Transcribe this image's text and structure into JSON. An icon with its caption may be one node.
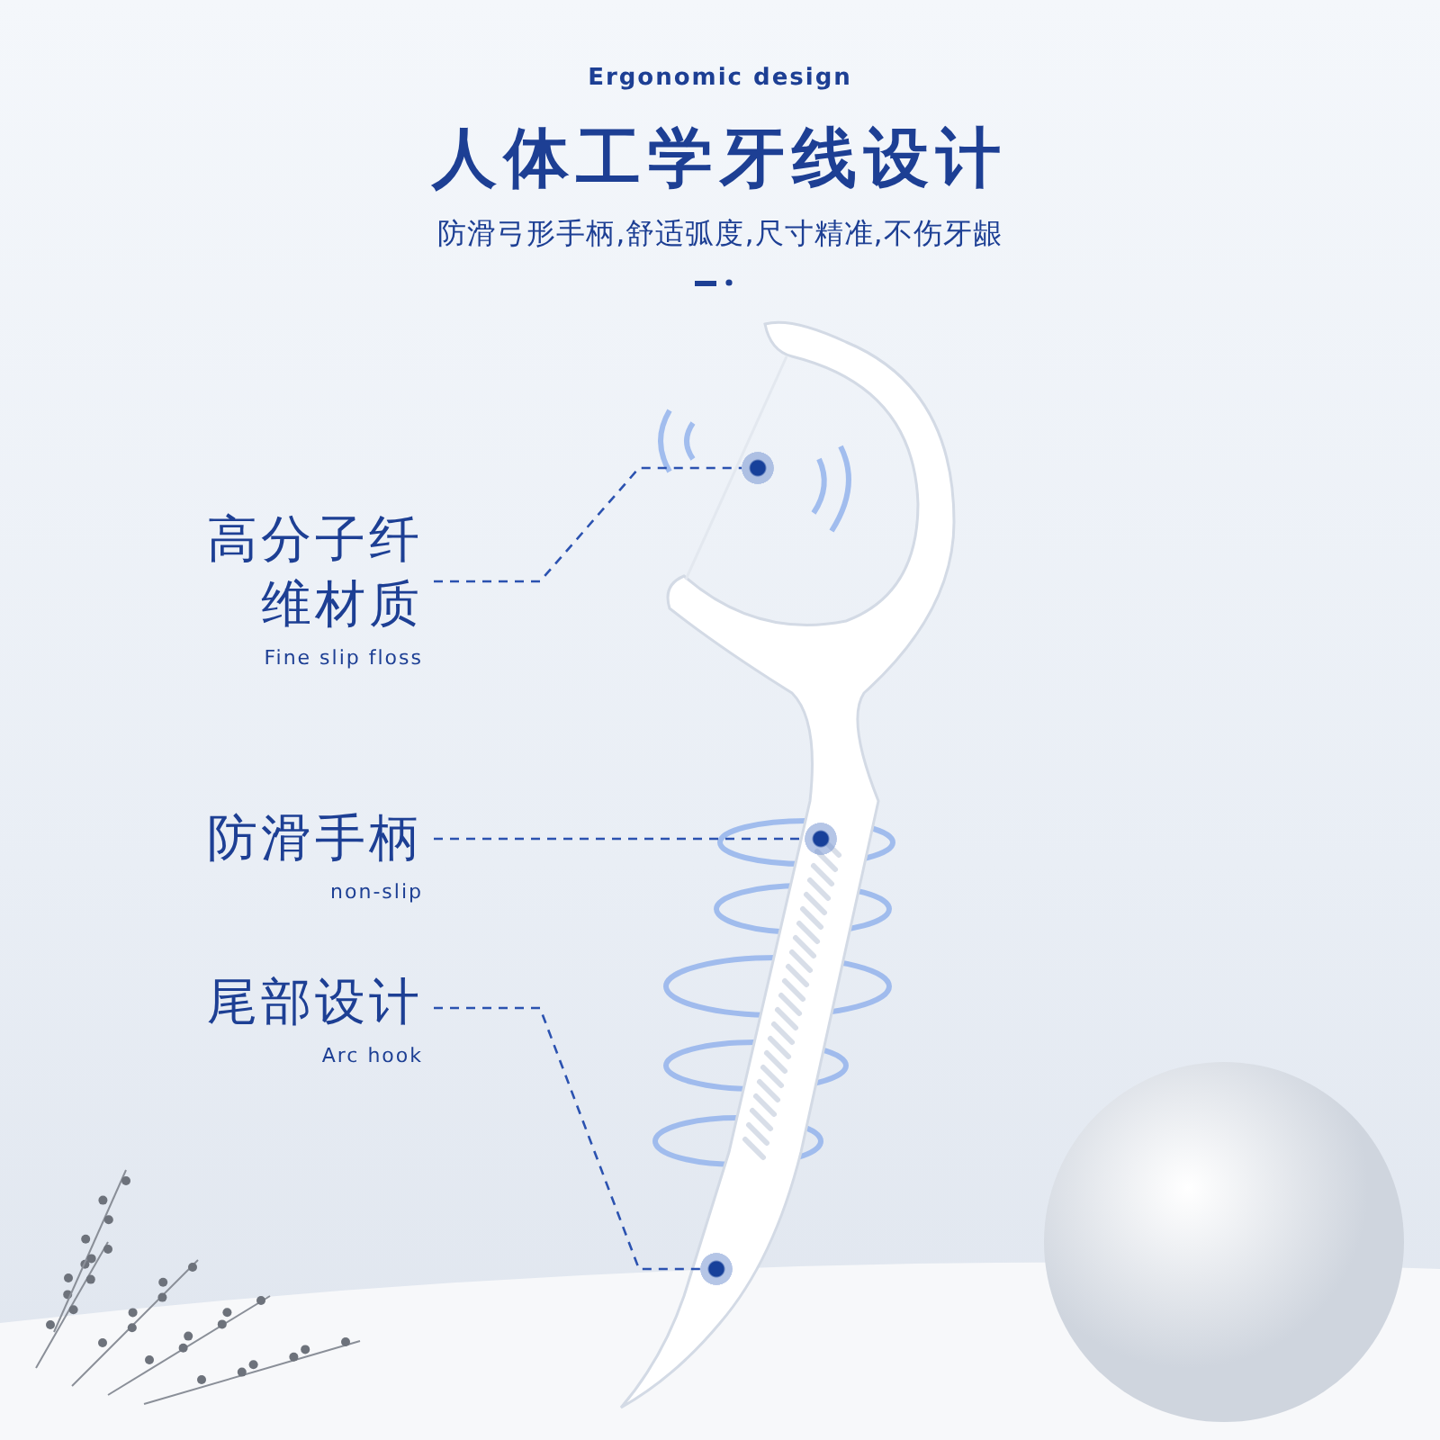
{
  "diagram": {
    "title": "人体工学牙线设计",
    "nodes": [
      {
        "text": [
          "高分子纤维材质",
          "Fine slip floss"
        ]
      },
      {
        "text": [
          "防滑手柄",
          "non-slip"
        ]
      },
      {
        "text": [
          "尾部设计",
          "Arc hook"
        ]
      },
      {
        "text": [],
        "shape": "circle"
      },
      {
        "text": [],
        "shape": "circle"
      },
      {
        "text": [],
        "shape": "circle"
      }
    ],
    "edges": [
      {
        "from": 0,
        "to": 3,
        "arrow": "none",
        "style": "dashed"
      },
      {
        "from": 1,
        "to": 4,
        "arrow": "none",
        "style": "dashed"
      },
      {
        "from": 2,
        "to": 5,
        "arrow": "none",
        "style": "dashed"
      }
    ],
    "labels": [
      "Ergonomic design",
      "防滑弓形手柄,舒适弧度,尺寸精准,不伤牙龈"
    ]
  }
}
